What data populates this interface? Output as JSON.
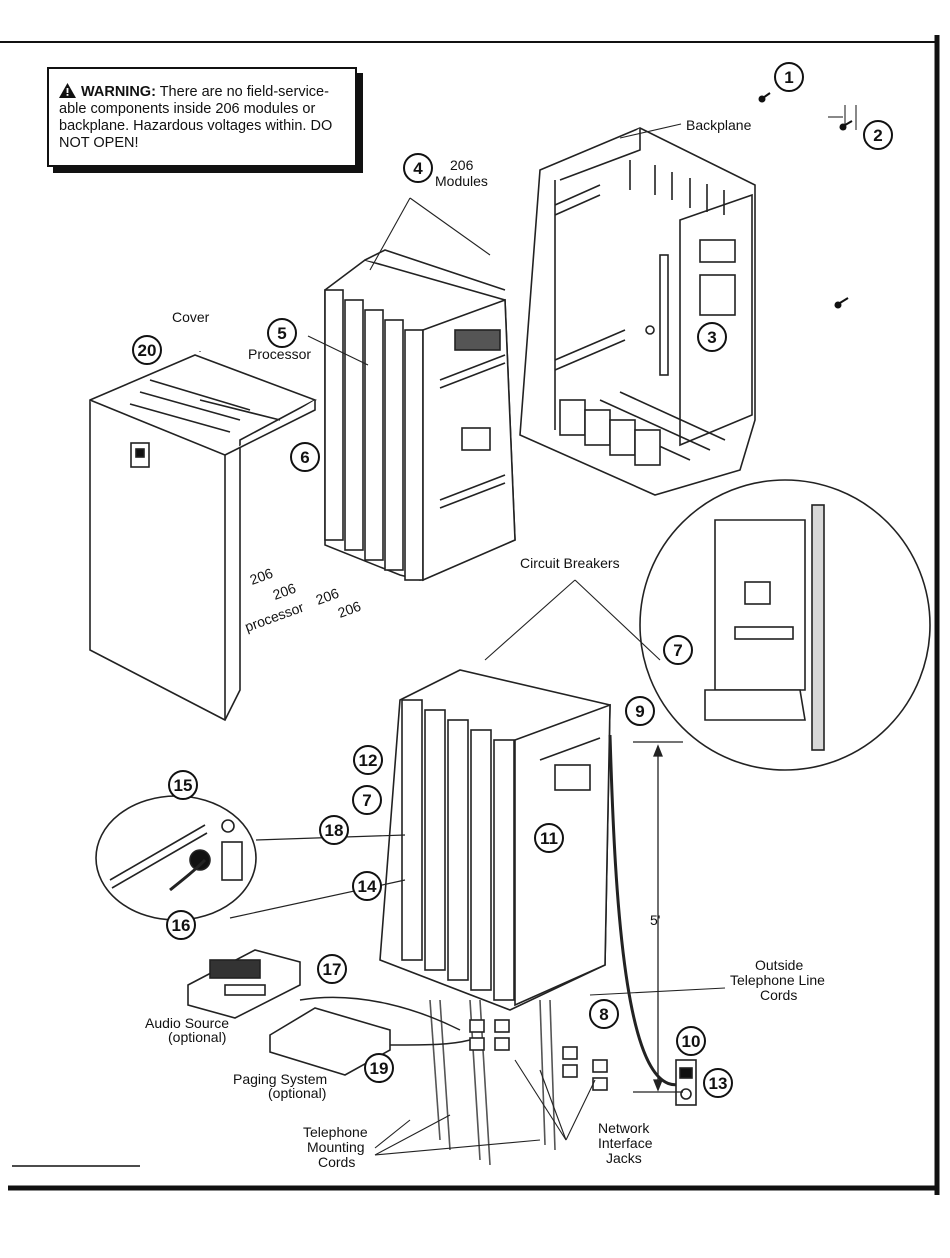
{
  "warning": {
    "heading": "WARNING:",
    "body": "There are no field-service-able components inside 206 modules or backplane. Hazardous voltages within. DO NOT OPEN!"
  },
  "labels": {
    "backplane": "Backplane",
    "modules_206_line1": "206",
    "modules_206_line2": "Modules",
    "cover": "Cover",
    "processor": "Processor",
    "circuit_breakers": "Circuit Breakers",
    "outside_line_1": "Outside",
    "outside_line_2": "Telephone Line",
    "outside_line_3": "Cords",
    "audio_source": "Audio Source",
    "audio_optional": "(optional)",
    "paging_system": "Paging System",
    "paging_optional": "(optional)",
    "tel_mount_1": "Telephone",
    "tel_mount_2": "Mounting",
    "tel_mount_3": "Cords",
    "nij_1": "Network",
    "nij_2": "Interface",
    "nij_3": "Jacks",
    "distance": "5'",
    "slot_206_a": "206",
    "slot_206_b": "206",
    "slot_processor": "processor",
    "slot_206_c": "206",
    "slot_206_d": "206"
  },
  "callouts": [
    "1",
    "2",
    "3",
    "4",
    "5",
    "6",
    "7",
    "20",
    "7",
    "8",
    "9",
    "10",
    "11",
    "12",
    "13",
    "14",
    "15",
    "16",
    "17",
    "18",
    "19"
  ]
}
